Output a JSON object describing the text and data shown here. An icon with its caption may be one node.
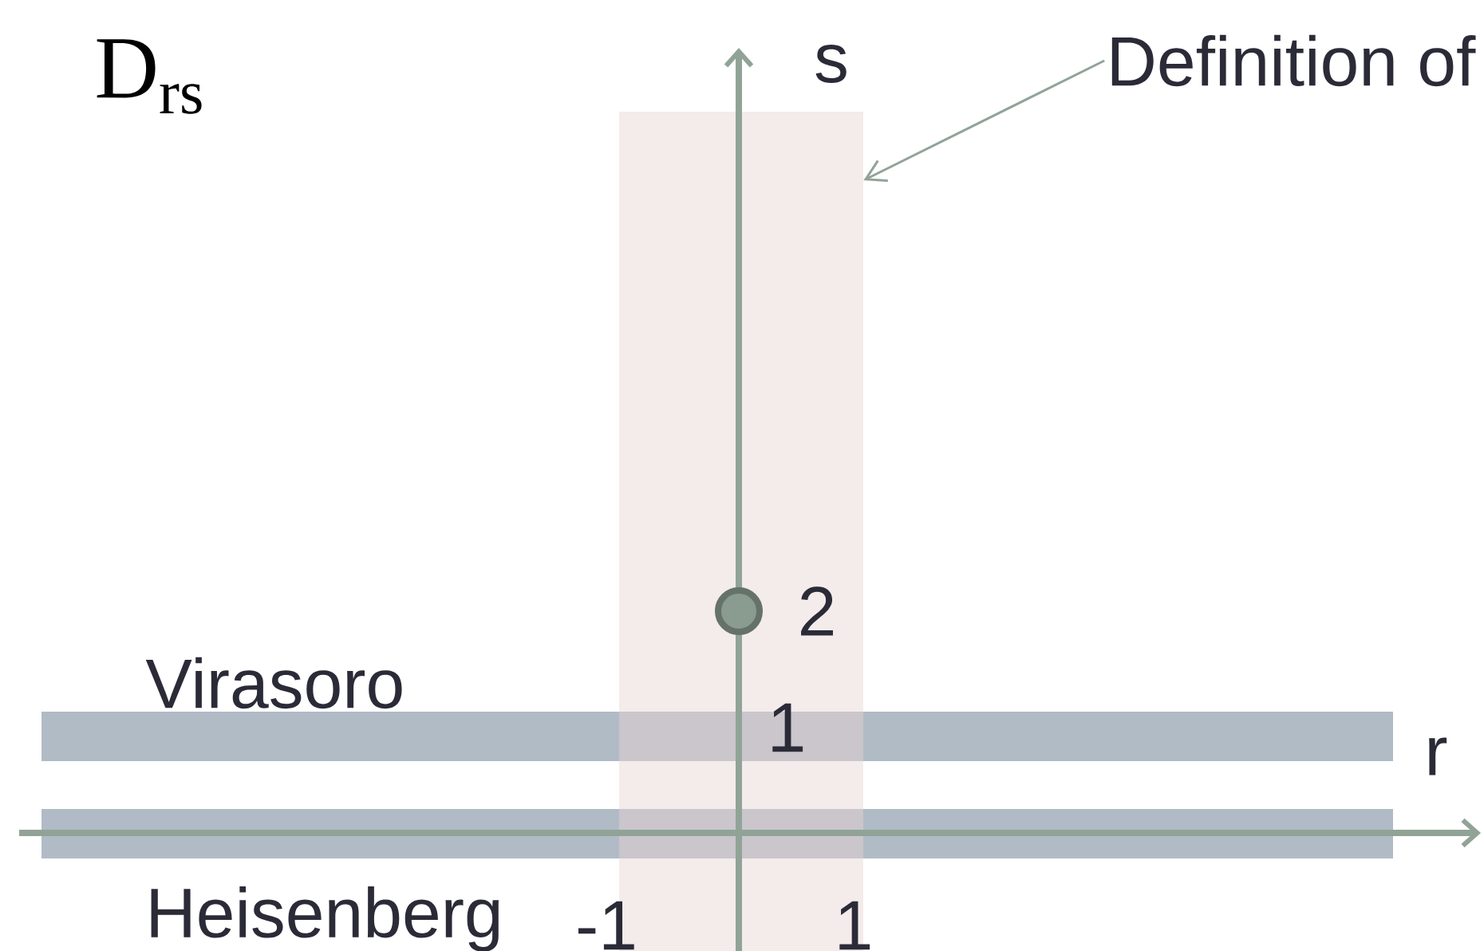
{
  "diagram": {
    "nodes": [
      {
        "text": [
          "Definition of"
        ]
      },
      {
        "text": [],
        "shape": "box"
      }
    ],
    "edges": [
      {
        "from": 0,
        "to": 1,
        "arrow": "to"
      }
    ],
    "labels": [
      "D$_{rs}$",
      "s",
      "2",
      "Virasoro",
      "1",
      "r",
      "Heisenberg",
      "-1",
      "1"
    ]
  }
}
